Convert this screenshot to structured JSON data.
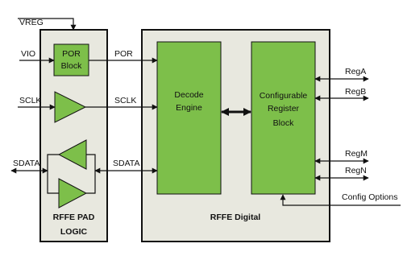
{
  "colors": {
    "block_fill": "#7dbf4a",
    "panel_fill": "#e8e8df",
    "stroke": "#111111"
  },
  "signals": {
    "vreg": "VREG",
    "vio": "VIO",
    "por_out": "POR",
    "sclk_in": "SCLK",
    "sclk_out": "SCLK",
    "sdata_in": "SDATA",
    "sdata_out": "SDATA"
  },
  "pad_logic": {
    "title_line1": "RFFE PAD",
    "title_line2": "LOGIC",
    "por_block_line1": "POR",
    "por_block_line2": "Block"
  },
  "digital": {
    "title": "RFFE Digital",
    "decode_line1": "Decode",
    "decode_line2": "Engine",
    "config_line1": "Configurable",
    "config_line2": "Register",
    "config_line3": "Block"
  },
  "registers": [
    "RegA",
    "RegB",
    "RegM",
    "RegN"
  ],
  "config_options": "Config Options"
}
